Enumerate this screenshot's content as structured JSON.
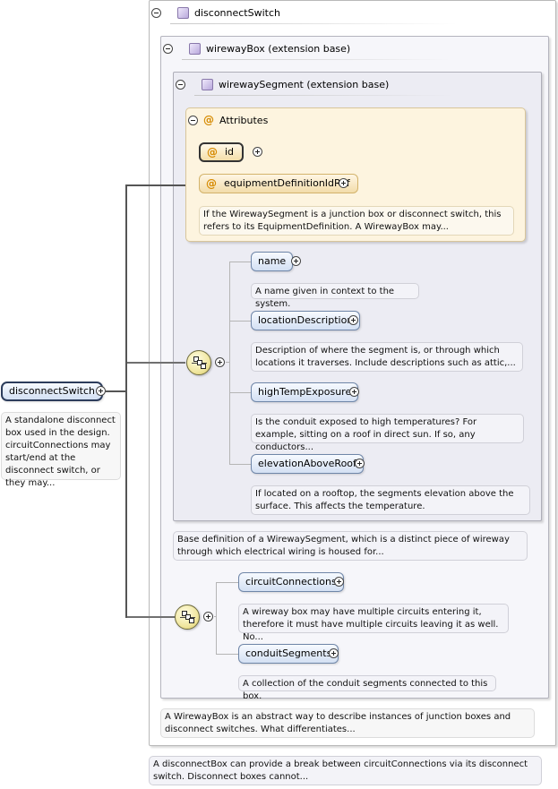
{
  "root": {
    "label": "disconnectSwitch",
    "doc": "A standalone disconnect box used in the design. circuitConnections may start/end at the disconnect switch, or they may..."
  },
  "disconnect_switch_type": {
    "title": "disconnectSwitch",
    "doc": "A disconnectBox can provide a break between circuitConnections via its disconnect switch. Disconnect boxes cannot..."
  },
  "wireway_box": {
    "title": "wirewayBox (extension base)",
    "doc": "A WirewayBox is an abstract way to describe instances of junction boxes and disconnect switches. What differentiates..."
  },
  "wireway_segment": {
    "title": "wirewaySegment (extension base)",
    "doc": "Base definition of a WirewaySegment, which is a distinct piece of wireway through which electrical wiring is housed for..."
  },
  "attributes": {
    "title": "Attributes",
    "id_label": "id",
    "equipment_label": "equipmentDefinitionIdRef",
    "equipment_doc": "If the WirewaySegment is a junction box or disconnect switch, this refers to its EquipmentDefinition. A WirewayBox may..."
  },
  "segment_elements": [
    {
      "label": "name",
      "doc": "A name given in context to the system."
    },
    {
      "label": "locationDescription",
      "doc": "Description of where the segment is, or through which locations it traverses. Include descriptions such as attic,..."
    },
    {
      "label": "highTempExposure",
      "doc": "Is the conduit exposed to high temperatures? For example, sitting on a roof in direct sun. If so, any conductors..."
    },
    {
      "label": "elevationAboveRoof",
      "doc": "If located on a rooftop, the segments elevation above the surface. This affects the temperature."
    }
  ],
  "box_elements": [
    {
      "label": "circuitConnections",
      "doc": "A wireway box may have multiple circuits entering it, therefore it must have multiple circuits leaving it as well. No..."
    },
    {
      "label": "conduitSegments",
      "doc": "A collection of the conduit segments connected to this box."
    }
  ],
  "icons": {
    "collapse": "collapse-icon",
    "expand": "expand-icon",
    "complex_type": "complex-type-icon",
    "attribute": "attribute-icon",
    "sequence": "sequence-icon"
  },
  "colors": {
    "element_fill": "#d3e0f3",
    "element_border": "#6f86a8",
    "attribute_fill": "#fdf4df",
    "sequence_fill": "#f1e7a0"
  }
}
